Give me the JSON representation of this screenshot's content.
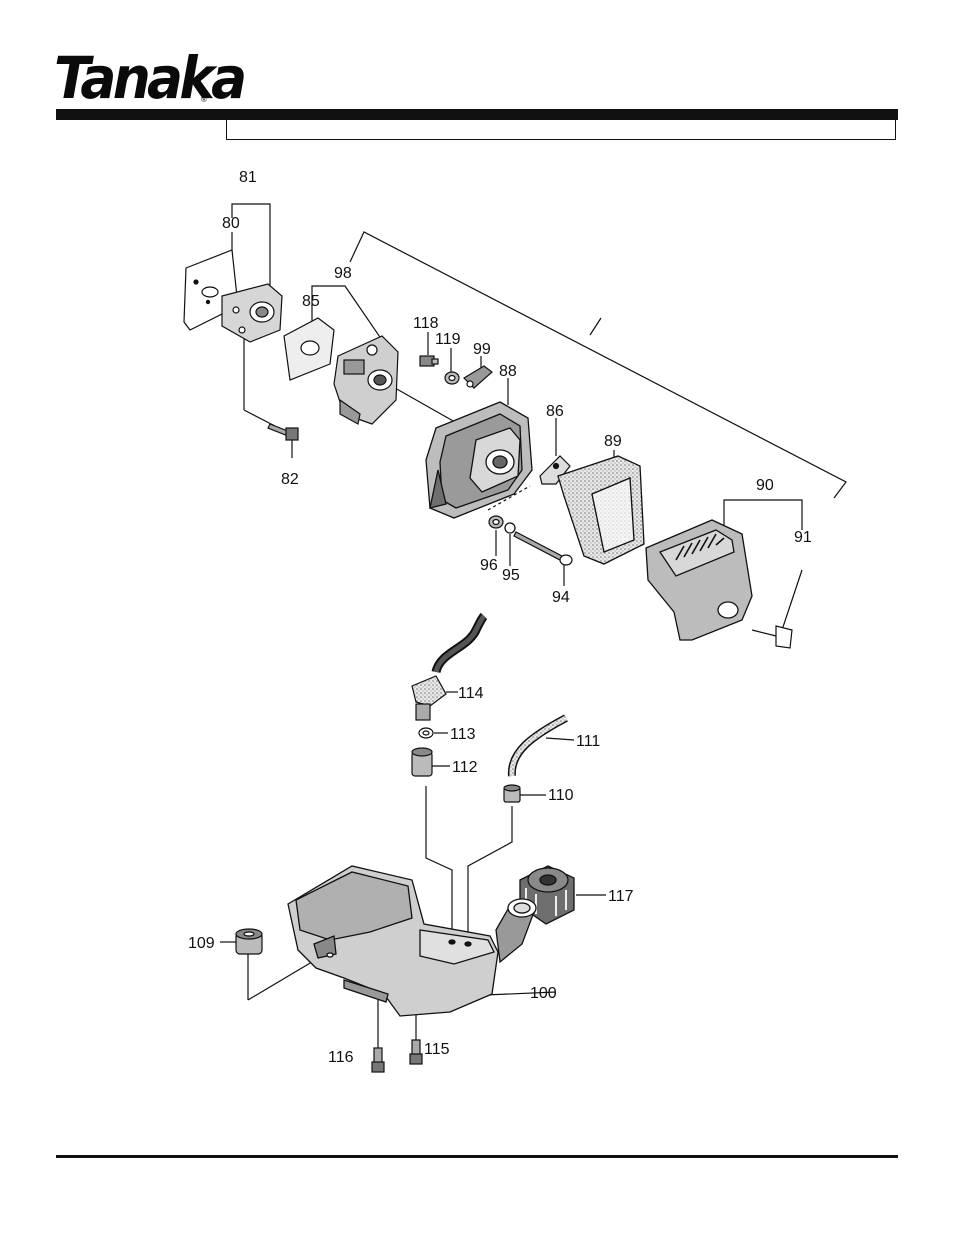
{
  "brand": {
    "name": "Tanaka",
    "registered": "®"
  },
  "diagram": {
    "callouts": {
      "81": "81",
      "80": "80",
      "98": "98",
      "85": "85",
      "82": "82",
      "118": "118",
      "119": "119",
      "99": "99",
      "88": "88",
      "86": "86",
      "89": "89",
      "90": "90",
      "91": "91",
      "96": "96",
      "95": "95",
      "94": "94",
      "114": "114",
      "113": "113",
      "112": "112",
      "111": "111",
      "110": "110",
      "117": "117",
      "109": "109",
      "100": "100",
      "116": "116",
      "115": "115"
    }
  },
  "colors": {
    "ink": "#111111",
    "paper": "#ffffff",
    "shade": "#c9c9c9",
    "dark": "#6e6e6e"
  }
}
